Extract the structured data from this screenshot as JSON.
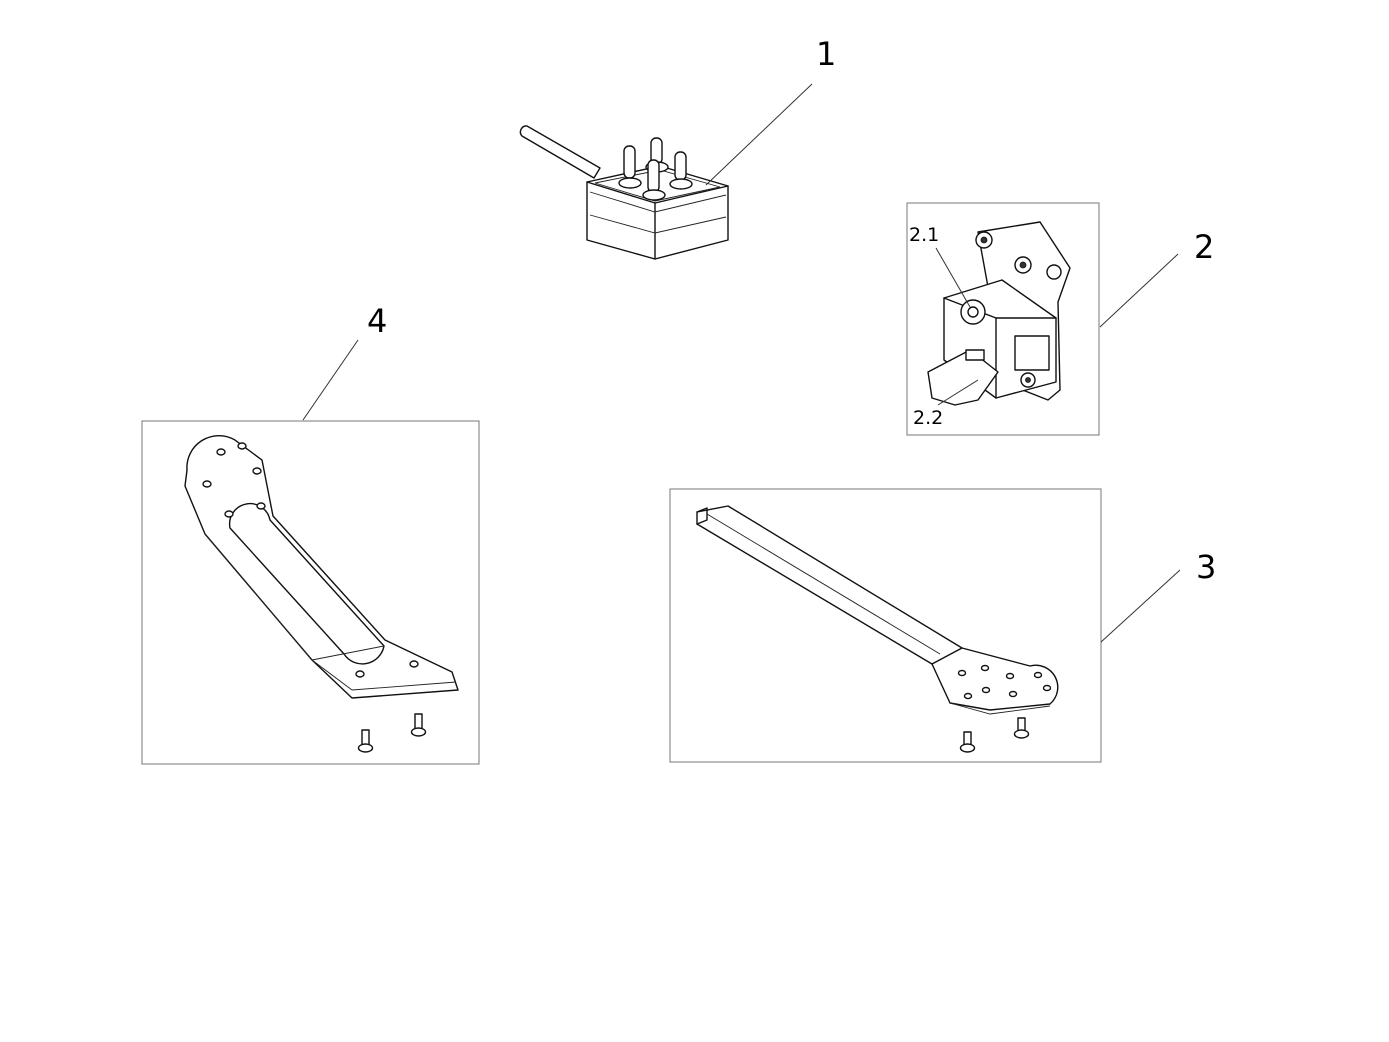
{
  "diagram": {
    "parts": [
      {
        "id": "part-1",
        "label": "1"
      },
      {
        "id": "part-2",
        "label": "2",
        "subparts": [
          {
            "label": "2.1"
          },
          {
            "label": "2.2"
          }
        ]
      },
      {
        "id": "part-3",
        "label": "3"
      },
      {
        "id": "part-4",
        "label": "4"
      }
    ]
  }
}
